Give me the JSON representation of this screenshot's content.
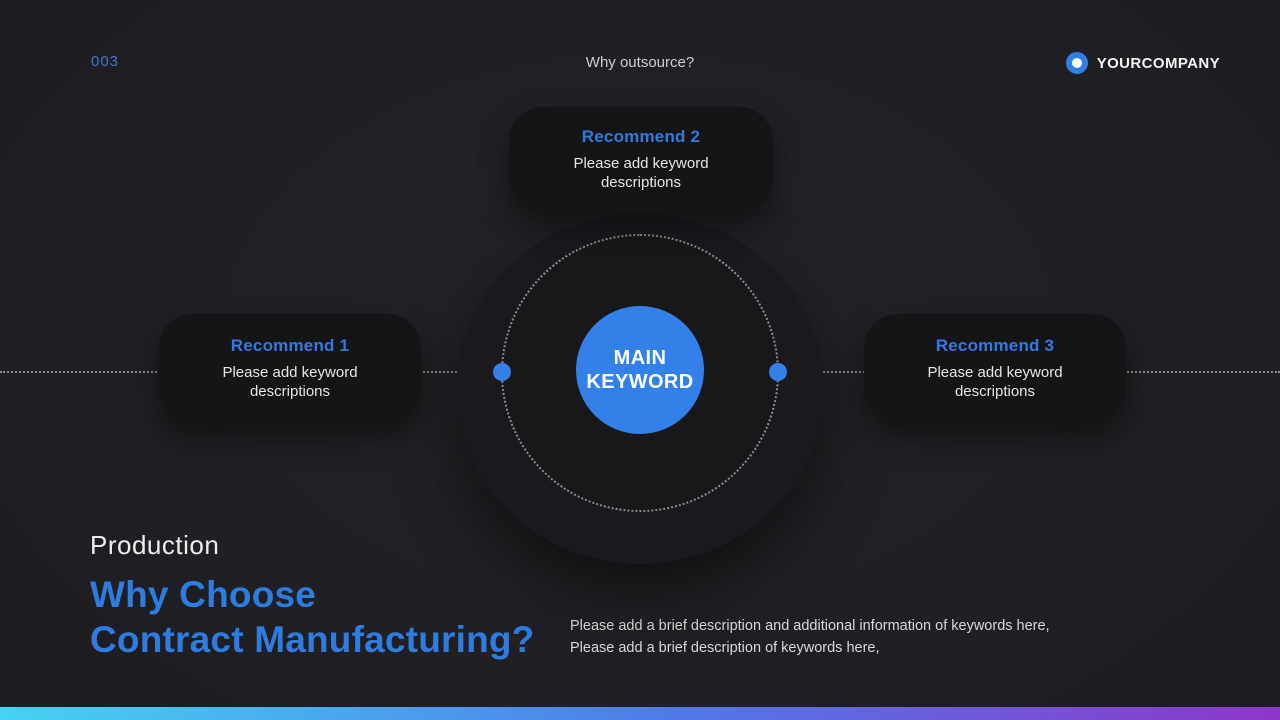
{
  "header": {
    "page_number": "003",
    "note": "Why outsource?",
    "brand_name": "YOURCOMPANY"
  },
  "diagram": {
    "center": {
      "line1": "MAIN",
      "line2": "KEYWORD"
    },
    "cards": [
      {
        "title": "Recommend 1",
        "body": "Please add keyword descriptions"
      },
      {
        "title": "Recommend 2",
        "body": "Please add keyword descriptions"
      },
      {
        "title": "Recommend 3",
        "body": "Please add keyword descriptions"
      }
    ]
  },
  "footer": {
    "eyebrow": "Production",
    "title_line1": "Why Choose",
    "title_line2": "Contract Manufacturing?",
    "description_line1": "Please add a brief description and additional information of keywords here,",
    "description_line2": "Please add a brief description of keywords here,"
  },
  "colors": {
    "accent_blue": "#3380e8",
    "heading_blue": "#2e7ce0",
    "card_title_blue": "#3279e0",
    "card_background": "#151518",
    "slide_background": "#202024",
    "gradient_left": "#45d3f3",
    "gradient_mid": "#4f7be8",
    "gradient_right": "#8d36cb"
  }
}
